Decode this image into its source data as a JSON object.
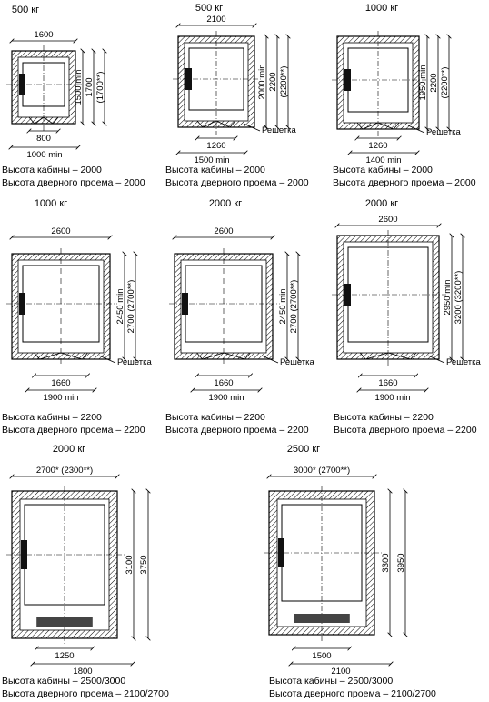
{
  "common": {
    "grille_label": "Решетка"
  },
  "lifts": [
    {
      "title": "500 кг",
      "width_dim": "1600",
      "depth_dims": [
        "1500 min",
        "1700",
        "(1700**)"
      ],
      "door_dim": "800",
      "bottom_dim": "1000 min",
      "has_grille": false,
      "cabin_height": "Высота кабины – 2000",
      "door_height": "Высота дверного проема – 2000"
    },
    {
      "title": "500 кг",
      "width_dim": "2100",
      "depth_dims": [
        "2000 min",
        "2200",
        "(2200**)"
      ],
      "door_dim": "1260",
      "bottom_dim": "1500 min",
      "has_grille": true,
      "cabin_height": "Высота кабины – 2000",
      "door_height": "Высота дверного проема – 2000"
    },
    {
      "title": "1000 кг",
      "width_dim": "",
      "depth_dims": [
        "1950 min",
        "2200",
        "(2200**)"
      ],
      "door_dim": "1260",
      "bottom_dim": "1400 min",
      "has_grille": true,
      "cabin_height": "Высота кабины – 2000",
      "door_height": "Высота дверного проема – 2000"
    },
    {
      "title": "1000 кг",
      "width_dim": "2600",
      "depth_dims": [
        "2450 min",
        "2700 (2700**)"
      ],
      "door_dim": "1660",
      "bottom_dim": "1900 min",
      "has_grille": true,
      "cabin_height": "Высота кабины – 2200",
      "door_height": "Высота дверного проема – 2200"
    },
    {
      "title": "2000 кг",
      "width_dim": "2600",
      "depth_dims": [
        "2450 min",
        "2700 (2700**)"
      ],
      "door_dim": "1660",
      "bottom_dim": "1900 min",
      "has_grille": true,
      "cabin_height": "Высота кабины – 2200",
      "door_height": "Высота дверного проема – 2200"
    },
    {
      "title": "2000 кг",
      "width_dim": "2600",
      "depth_dims": [
        "2950 min",
        "3200 (3200**)"
      ],
      "door_dim": "1660",
      "bottom_dim": "1900 min",
      "has_grille": true,
      "cabin_height": "Высота кабины – 2200",
      "door_height": "Высота дверного проема – 2200"
    },
    {
      "title": "2000 кг",
      "width_dim": "2700* (2300**)",
      "depth_dims": [
        "3100",
        "3750"
      ],
      "door_dim": "1250",
      "bottom_dim": "1800",
      "has_grille": false,
      "cabin_height": "Высота кабины – 2500/3000",
      "door_height": "Высота дверного проема – 2100/2700"
    },
    {
      "title": "2500 кг",
      "width_dim": "3000* (2700**)",
      "depth_dims": [
        "3300",
        "3950"
      ],
      "door_dim": "1500",
      "bottom_dim": "2100",
      "has_grille": false,
      "cabin_height": "Высота кабины – 2500/3000",
      "door_height": "Высота дверного проема – 2100/2700"
    }
  ]
}
